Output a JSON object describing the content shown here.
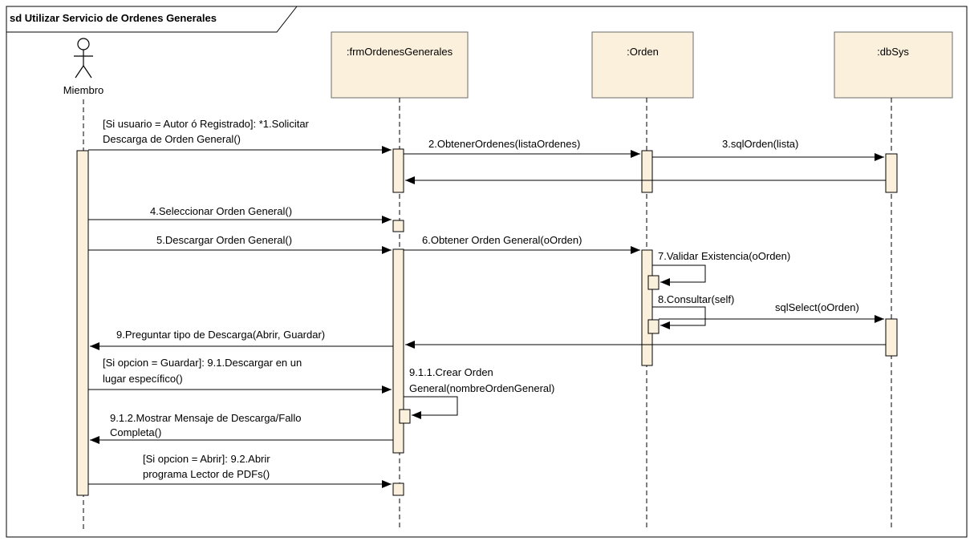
{
  "frame": {
    "title": "sd Utilizar Servicio de Ordenes Generales"
  },
  "actor": {
    "label": "Miembro"
  },
  "lifelines": [
    {
      "id": "frm",
      "label": ":frmOrdenesGenerales"
    },
    {
      "id": "orden",
      "label": ":Orden"
    },
    {
      "id": "db",
      "label": ":dbSys"
    }
  ],
  "messages": [
    {
      "id": "m1",
      "lines": [
        "[Si usuario = Autor ó Registrado]: *1.Solicitar",
        "Descarga de Orden General()"
      ]
    },
    {
      "id": "m2",
      "lines": [
        "2.ObtenerOrdenes(listaOrdenes)"
      ]
    },
    {
      "id": "m3",
      "lines": [
        "3.sqlOrden(lista)"
      ]
    },
    {
      "id": "m4",
      "lines": [
        "4.Seleccionar Orden General()"
      ]
    },
    {
      "id": "m5",
      "lines": [
        "5.Descargar Orden General()"
      ]
    },
    {
      "id": "m6",
      "lines": [
        "6.Obtener Orden General(oOrden)"
      ]
    },
    {
      "id": "m7",
      "lines": [
        "7.Validar Existencia(oOrden)"
      ]
    },
    {
      "id": "m8",
      "lines": [
        "8.Consultar(self)"
      ]
    },
    {
      "id": "m8b",
      "lines": [
        "sqlSelect(oOrden)"
      ]
    },
    {
      "id": "m9",
      "lines": [
        "9.Preguntar tipo de Descarga(Abrir, Guardar)"
      ]
    },
    {
      "id": "m91",
      "lines": [
        "[Si opcion = Guardar]: 9.1.Descargar en un",
        "lugar específico()"
      ]
    },
    {
      "id": "m911",
      "lines": [
        "9.1.1.Crear Orden",
        "General(nombreOrdenGeneral)"
      ]
    },
    {
      "id": "m912",
      "lines": [
        "9.1.2.Mostrar Mensaje de Descarga/Fallo",
        "Completa()"
      ]
    },
    {
      "id": "m92",
      "lines": [
        "[Si opcion = Abrir]: 9.2.Abrir",
        "programa Lector de PDFs()"
      ]
    }
  ]
}
